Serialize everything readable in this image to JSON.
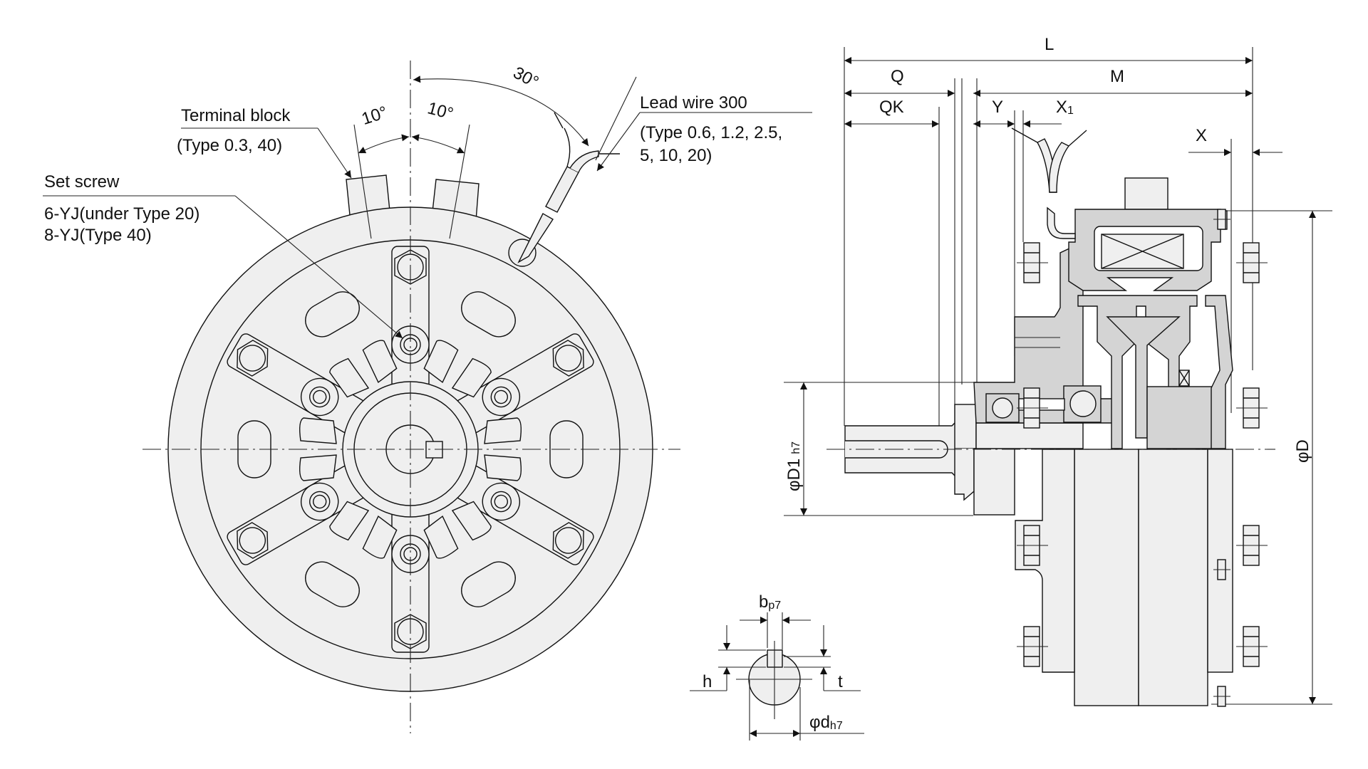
{
  "drawing": {
    "title": "Electromagnetic clutch/brake dimensional drawing",
    "colors": {
      "line": "#111111",
      "fill_light": "#efefef",
      "fill_dark": "#d4d4d4",
      "background": "#ffffff"
    }
  },
  "front_view": {
    "terminal_block": {
      "title": "Terminal block",
      "note": "(Type 0.3, 40)"
    },
    "set_screw": {
      "title": "Set screw",
      "line1": "6-YJ(under Type 20)",
      "line2": "8-YJ(Type 40)"
    },
    "lead_wire": {
      "title": "Lead wire 300",
      "line1": "(Type 0.6, 1.2, 2.5,",
      "line2": "5, 10, 20)"
    },
    "angles": {
      "left": "10°",
      "right": "10°",
      "lead": "30°"
    }
  },
  "side_view": {
    "dimensions": {
      "L": "L",
      "Q": "Q",
      "QK": "QK",
      "M": "M",
      "Y": "Y",
      "X1_main": "X",
      "X1_sub": "1",
      "X": "X",
      "D1_main": "φD1",
      "D1_sub": "h7",
      "D": "φD"
    }
  },
  "key_detail": {
    "b_main": "b",
    "b_sub": "p7",
    "h": "h",
    "t": "t",
    "d_main": "φd",
    "d_sub": "h7"
  }
}
